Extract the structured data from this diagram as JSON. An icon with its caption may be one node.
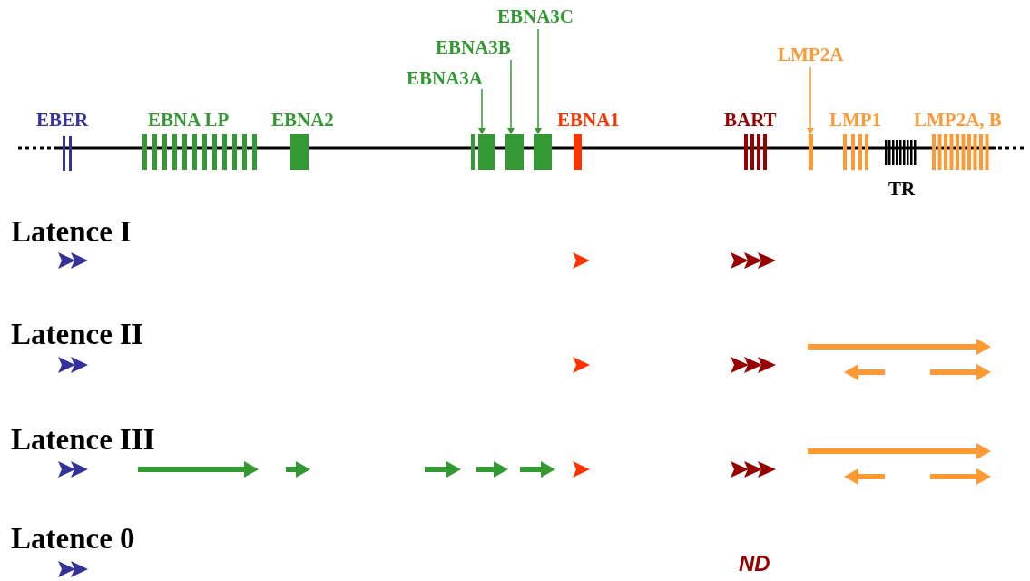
{
  "diagram": {
    "nodes": [
      {
        "text": [
          "EBNA3C"
        ]
      },
      {
        "text": [
          "EBNA3B"
        ]
      },
      {
        "text": [
          "EBNA3A"
        ]
      },
      {
        "text": [
          "LMP2A"
        ]
      },
      {
        "text": [],
        "shape": "box"
      },
      {
        "text": [],
        "shape": "box"
      },
      {
        "text": [],
        "shape": "box"
      },
      {
        "text": [],
        "shape": "box"
      }
    ],
    "edges": [
      {
        "from": 2,
        "to": 4,
        "arrow": "to"
      },
      {
        "from": 1,
        "to": 5,
        "arrow": "to"
      },
      {
        "from": 0,
        "to": 6,
        "arrow": "to"
      },
      {
        "from": 3,
        "to": 7,
        "arrow": "to",
        "color": "#ff9933"
      }
    ],
    "labels": [
      "EBER",
      "EBNA LP",
      "EBNA2",
      "EBNA1",
      "BART",
      "LMP1",
      "LMP2A, B",
      "TR",
      "Latence I",
      "Latence II",
      "Latence III",
      "Latence 0",
      "ND"
    ]
  }
}
